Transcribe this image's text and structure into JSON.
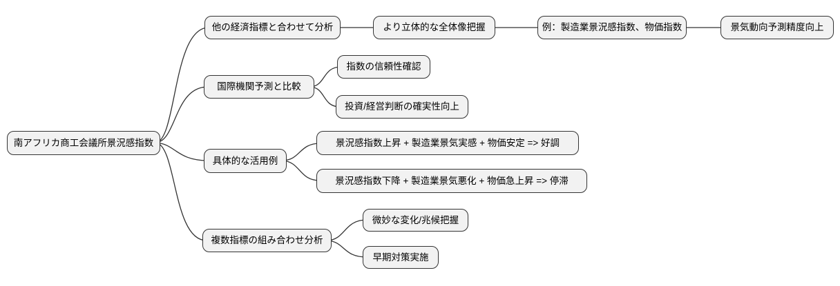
{
  "mindmap": {
    "colors": {
      "background": "#ffffff",
      "node_fill": "#f2f2f2",
      "node_border": "#333333",
      "edge": "#333333",
      "text": "#000000"
    },
    "root": {
      "label": "南アフリカ商工会議所景況感指数",
      "children": [
        {
          "label": "他の経済指標と合わせて分析",
          "children": [
            {
              "label": "より立体的な全体像把握",
              "children": [
                {
                  "label": "例：製造業景況感指数、物価指数",
                  "children": [
                    {
                      "label": "景気動向予測精度向上",
                      "children": []
                    }
                  ]
                }
              ]
            }
          ]
        },
        {
          "label": "国際機関予測と比較",
          "children": [
            {
              "label": "指数の信頼性確認",
              "children": []
            },
            {
              "label": "投資/経営判断の確実性向上",
              "children": []
            }
          ]
        },
        {
          "label": "具体的な活用例",
          "children": [
            {
              "label": "景況感指数上昇 + 製造業景気実感 + 物価安定 => 好調",
              "children": []
            },
            {
              "label": "景況感指数下降 + 製造業景気悪化 + 物価急上昇 => 停滞",
              "children": []
            }
          ]
        },
        {
          "label": "複数指標の組み合わせ分析",
          "children": [
            {
              "label": "微妙な変化/兆候把握",
              "children": []
            },
            {
              "label": "早期対策実施",
              "children": []
            }
          ]
        }
      ]
    }
  }
}
